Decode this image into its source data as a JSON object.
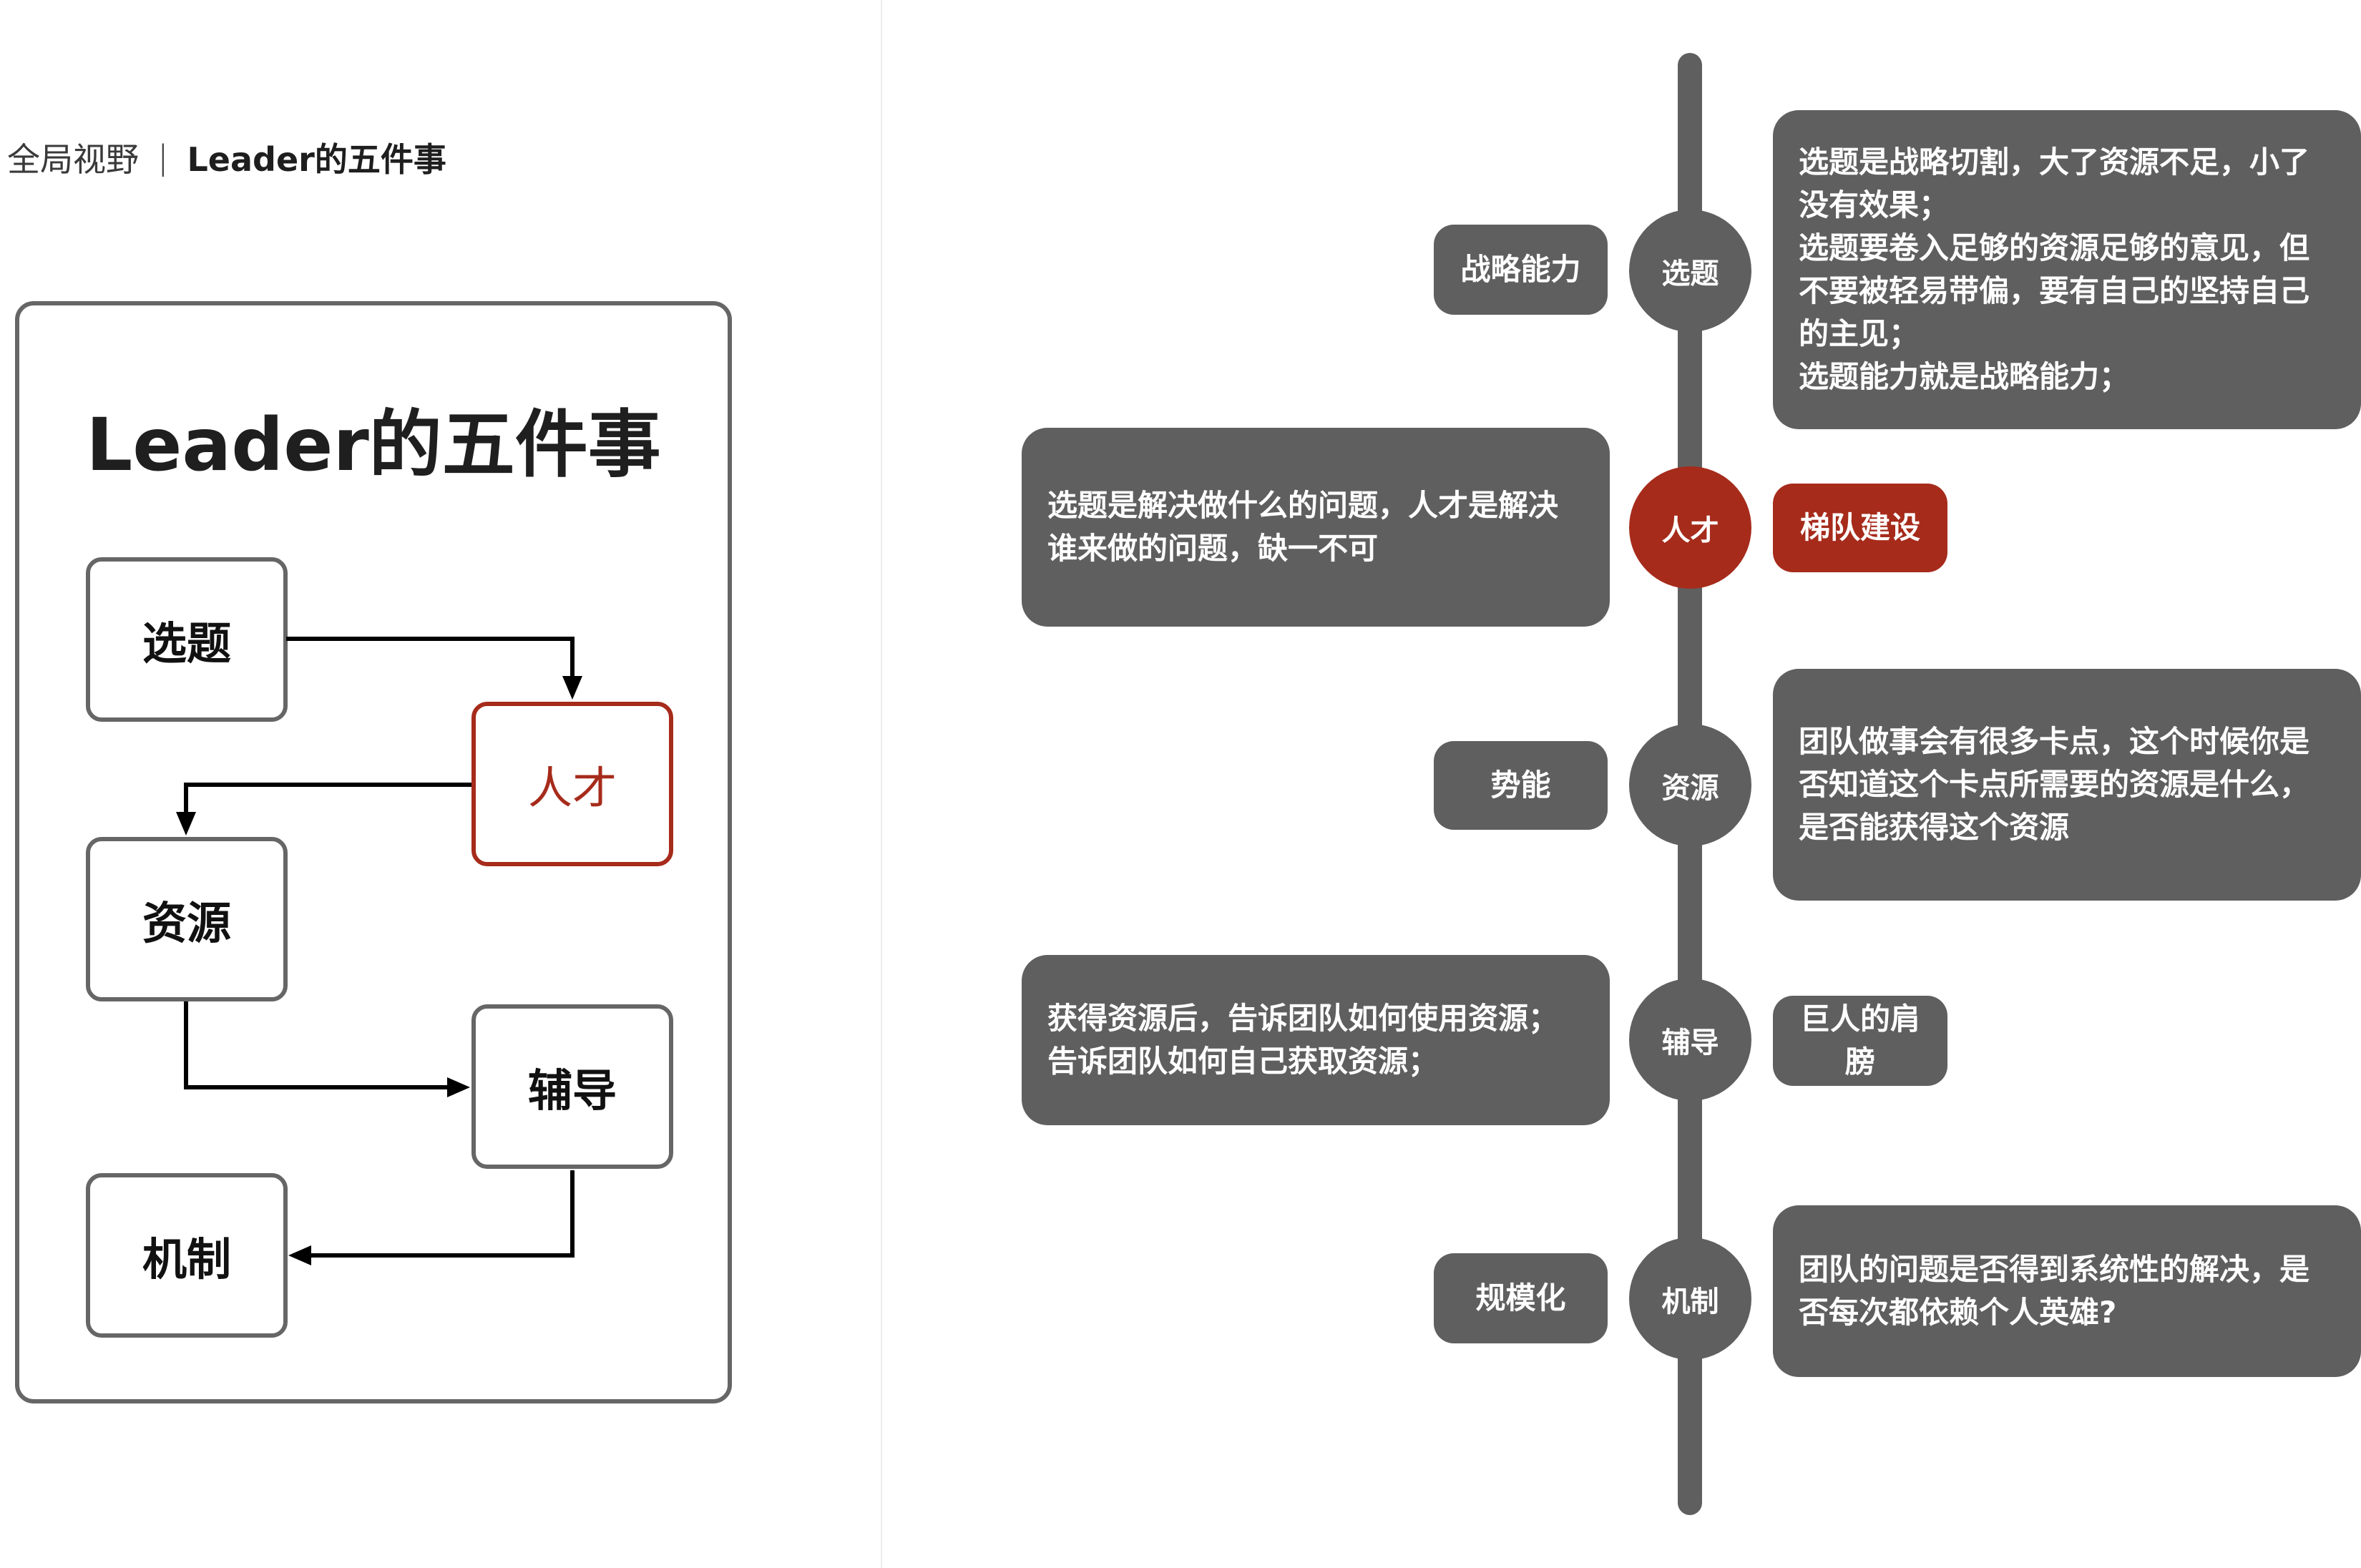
{
  "header": {
    "crumb": "全局视野",
    "separator": "|",
    "title": "Leader的五件事"
  },
  "diagram": {
    "title": "Leader的五件事",
    "nodes": [
      {
        "label": "选题",
        "active": false
      },
      {
        "label": "人才",
        "active": true
      },
      {
        "label": "资源",
        "active": false
      },
      {
        "label": "辅导",
        "active": false
      },
      {
        "label": "机制",
        "active": false
      }
    ],
    "flow": [
      "选题",
      "人才",
      "资源",
      "辅导",
      "机制"
    ]
  },
  "timeline": {
    "colors": {
      "node": "#5f5f5f",
      "highlight": "#a62b1b"
    },
    "items": [
      {
        "node": "选题",
        "tag": "战略能力",
        "description": [
          "选题是战略切割，大了资源不足，小了没有效果；",
          "选题要卷入足够的资源足够的意见，但不要被轻易带偏，要有自己的坚持自己的主见；",
          "选题能力就是战略能力；"
        ]
      },
      {
        "node": "人才",
        "tag": "梯队建设",
        "highlighted": true,
        "description": [
          "选题是解决做什么的问题，人才是解决谁来做的问题，缺一不可"
        ]
      },
      {
        "node": "资源",
        "tag": "势能",
        "description": [
          "团队做事会有很多卡点，这个时候你是否知道这个卡点所需要的资源是什么，是否能获得这个资源"
        ]
      },
      {
        "node": "辅导",
        "tag": "巨人的肩膀",
        "description": [
          "获得资源后，告诉团队如何使用资源；",
          "告诉团队如何自己获取资源；"
        ]
      },
      {
        "node": "机制",
        "tag": "规模化",
        "description": [
          "团队的问题是否得到系统性的解决，是否每次都依赖个人英雄?"
        ]
      }
    ]
  }
}
